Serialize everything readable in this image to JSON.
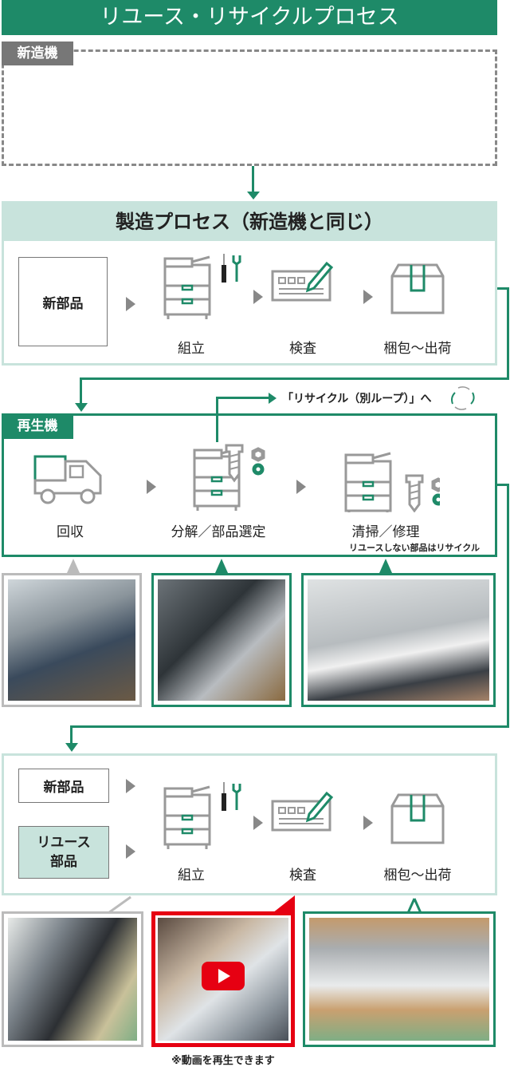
{
  "title": "リユース・リサイクルプロセス",
  "new_machine": {
    "label": "新造機"
  },
  "manufacturing": {
    "title": "製造プロセス（新造機と同じ）",
    "parts": "新部品",
    "steps": [
      {
        "label": "組立",
        "icon": "printer-tools-icon"
      },
      {
        "label": "検査",
        "icon": "inspection-icon"
      },
      {
        "label": "梱包〜出荷",
        "icon": "box-icon"
      }
    ]
  },
  "recycle_loop": {
    "label": "「リサイクル（別ループ）」へ",
    "icon": "recycle-icon"
  },
  "remanufactured": {
    "label": "再生機",
    "steps": [
      {
        "label": "回収",
        "icon": "truck-icon"
      },
      {
        "label": "分解／部品選定",
        "icon": "printer-screw-icon"
      },
      {
        "label": "清掃／修理",
        "icon": "printer-screw-icon"
      }
    ],
    "note": "リユースしない部品はリサイクル"
  },
  "assembly": {
    "parts_new": "新部品",
    "parts_reuse": "リユース部品",
    "parts_reuse_line1": "リユース",
    "parts_reuse_line2": "部品",
    "steps": [
      {
        "label": "組立"
      },
      {
        "label": "検査"
      },
      {
        "label": "梱包〜出荷"
      }
    ],
    "video_note": "※動画を再生できます"
  },
  "colors": {
    "green": "#1e8a68",
    "light_green": "#c8e3dc",
    "gray": "#888888",
    "red": "#e60012"
  }
}
